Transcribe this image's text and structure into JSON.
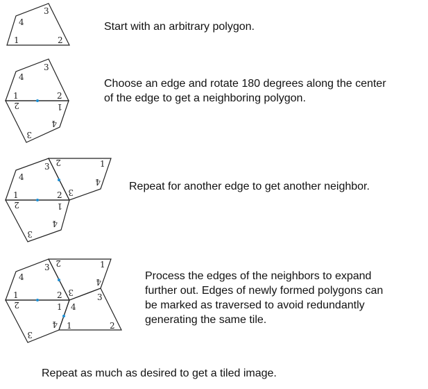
{
  "steps": [
    {
      "lines": [
        "Start with an arbitrary polygon."
      ]
    },
    {
      "lines": [
        "Choose an edge and rotate 180 degrees along the center",
        "of the edge to get a neighboring polygon."
      ]
    },
    {
      "lines": [
        "Repeat for another edge to get another neighbor."
      ]
    },
    {
      "lines": [
        "Process the edges of the neighbors to expand",
        "further out. Edges of newly formed polygons can",
        "be marked as traversed to avoid redundantly",
        "generating the same tile."
      ]
    }
  ],
  "final": "Repeat as much as desired to get a tiled image.",
  "vertex_labels": [
    "1",
    "2",
    "3",
    "4"
  ],
  "colors": {
    "stroke": "#222222",
    "midpoint": "#1e90d6"
  }
}
